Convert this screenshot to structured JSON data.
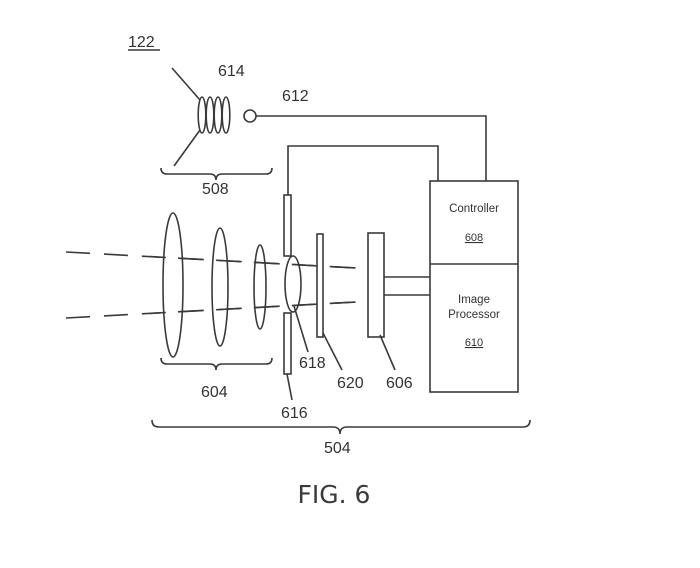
{
  "figure": {
    "caption": "FIG. 6",
    "refs": {
      "device": "122",
      "coil": "614",
      "light_source": "612",
      "source_assembly": "508",
      "lens_group": "604",
      "aperture": "616",
      "center_lens": "618",
      "filter": "620",
      "image_sensor": "606",
      "camera_assembly": "504"
    },
    "controller": {
      "label": "Controller",
      "ref": "608"
    },
    "image_processor": {
      "label_line1": "Image",
      "label_line2": "Processor",
      "ref": "610"
    }
  }
}
